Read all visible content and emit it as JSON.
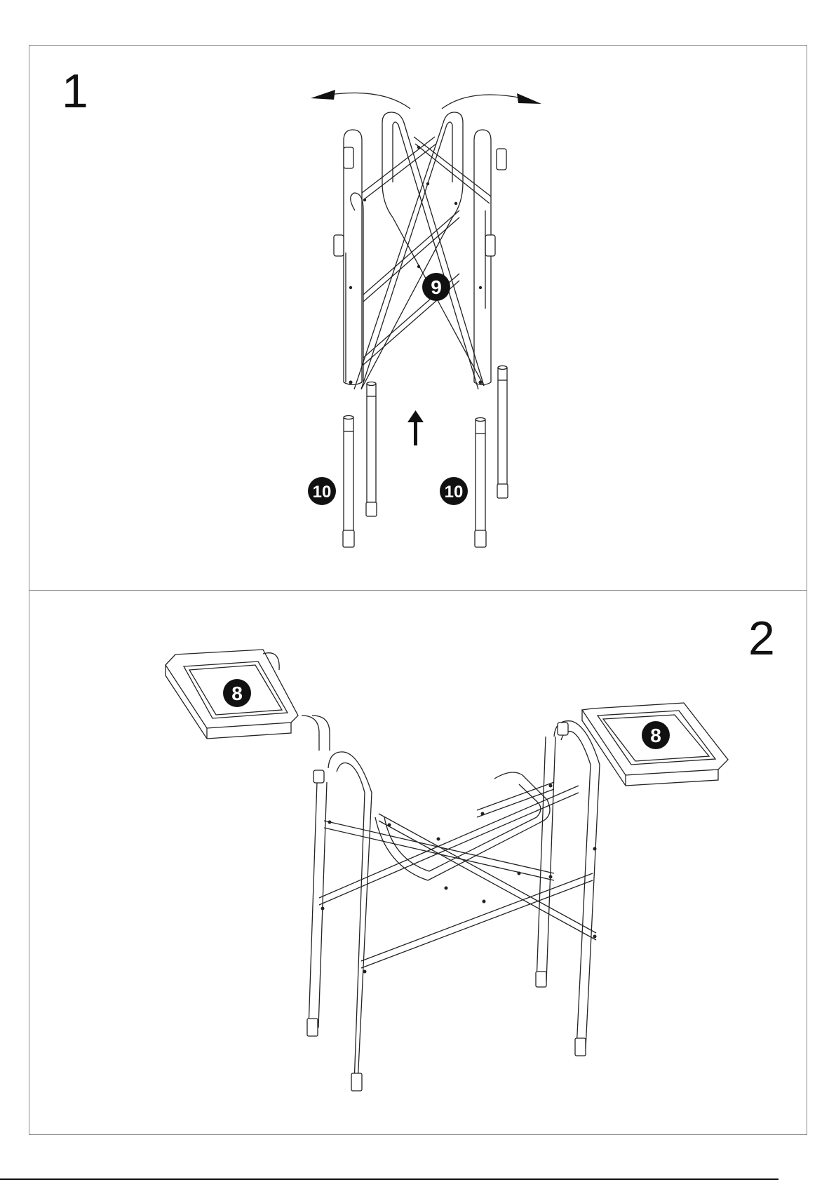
{
  "steps": [
    {
      "number": "1",
      "parts": [
        {
          "label": "9"
        },
        {
          "label": "10"
        },
        {
          "label": "10"
        }
      ]
    },
    {
      "number": "2",
      "parts": [
        {
          "label": "8"
        },
        {
          "label": "8"
        }
      ]
    }
  ],
  "colors": {
    "line": "#222222",
    "badge": "#111111",
    "background": "#ffffff"
  },
  "icons": [
    "rotate-left-arrow-icon",
    "rotate-right-arrow-icon",
    "insert-up-arrow-icon"
  ]
}
